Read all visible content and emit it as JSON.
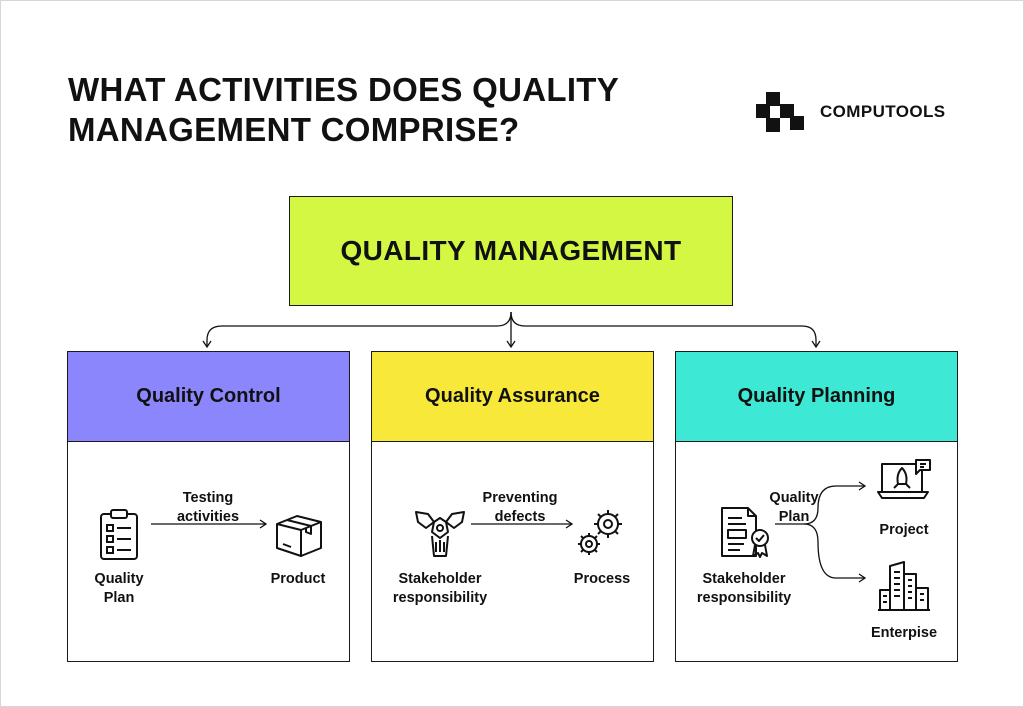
{
  "title": {
    "line1": "WHAT ACTIVITIES DOES QUALITY",
    "line2": "MANAGEMENT COMPRISE?"
  },
  "brand": {
    "name": "COMPUTOOLS",
    "logo_icon": "computools-logo-icon"
  },
  "root": {
    "label": "QUALITY MANAGEMENT",
    "color": "#d3f743"
  },
  "columns": [
    {
      "title": "Quality Control",
      "color": "#8b86fb",
      "source_label": [
        "Quality",
        "Plan"
      ],
      "source_icon": "clipboard-checklist-icon",
      "edge_label": [
        "Testing",
        "activities"
      ],
      "target_label": "Product",
      "target_icon": "box-icon"
    },
    {
      "title": "Quality Assurance",
      "color": "#f8e83a",
      "source_label": [
        "Stakeholder",
        "responsibility"
      ],
      "source_icon": "joined-hands-icon",
      "edge_label": [
        "Preventing",
        "defects"
      ],
      "target_label": "Process",
      "target_icon": "gears-icon"
    },
    {
      "title": "Quality Planning",
      "color": "#3de8d4",
      "source_label": [
        "Stakeholder",
        "responsibility"
      ],
      "source_icon": "certificate-document-icon",
      "edge_label": [
        "Quality",
        "Plan"
      ],
      "targets": [
        {
          "label": "Project",
          "icon": "laptop-rocket-icon"
        },
        {
          "label": "Enterpise",
          "icon": "office-buildings-icon"
        }
      ]
    }
  ]
}
